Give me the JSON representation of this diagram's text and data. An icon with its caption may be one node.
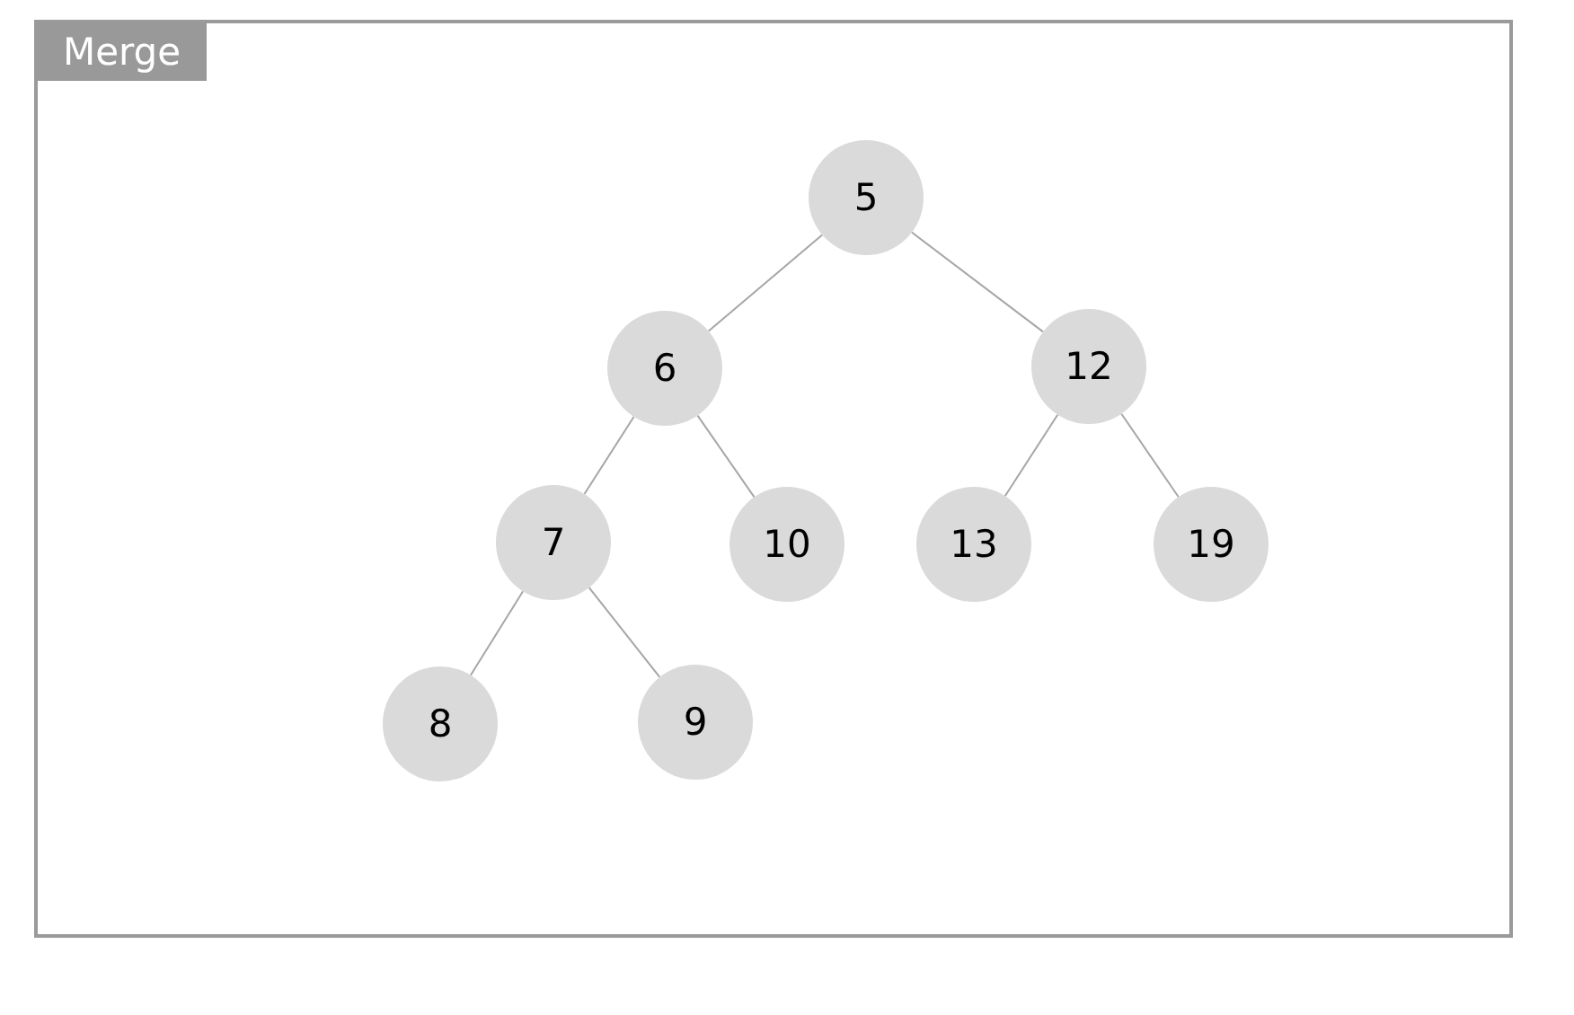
{
  "diagram": {
    "nodes": [
      {
        "text": [
          "Merge"
        ]
      },
      {
        "text": [
          "5"
        ],
        "in": 0
      },
      {
        "text": [
          "6"
        ],
        "in": 0
      },
      {
        "text": [
          "12"
        ],
        "in": 0
      },
      {
        "text": [
          "7"
        ],
        "in": 0
      },
      {
        "text": [
          "10"
        ],
        "in": 0
      },
      {
        "text": [
          "13"
        ],
        "in": 0
      },
      {
        "text": [
          "19"
        ],
        "in": 0
      },
      {
        "text": [
          "8"
        ],
        "in": 0
      },
      {
        "text": [
          "9"
        ],
        "in": 0
      }
    ],
    "edges": [
      {
        "from": 1,
        "to": 2,
        "arrow": "none"
      },
      {
        "from": 1,
        "to": 3,
        "arrow": "none"
      },
      {
        "from": 2,
        "to": 4,
        "arrow": "none"
      },
      {
        "from": 2,
        "to": 5,
        "arrow": "none"
      },
      {
        "from": 3,
        "to": 6,
        "arrow": "none"
      },
      {
        "from": 3,
        "to": 7,
        "arrow": "none"
      },
      {
        "from": 4,
        "to": 8,
        "arrow": "none"
      },
      {
        "from": 4,
        "to": 9,
        "arrow": "none"
      }
    ]
  }
}
